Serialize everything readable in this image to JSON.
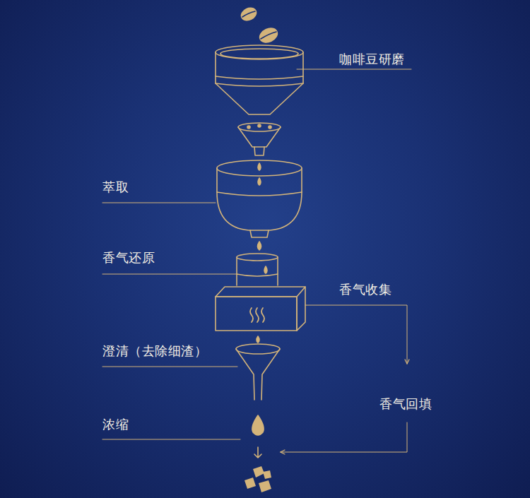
{
  "diagram": {
    "labels": [
      "咖啡豆研磨",
      "萃取",
      "香气还原",
      "香气收集",
      "澄清（去除细渣）",
      "香气回填",
      "浓缩"
    ]
  }
}
